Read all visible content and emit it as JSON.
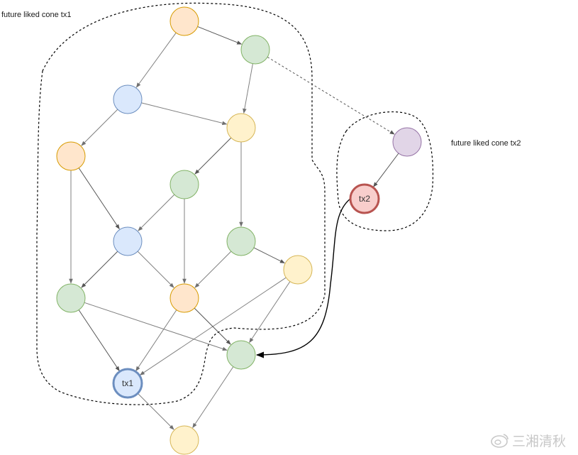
{
  "labels": {
    "cone_tx1": "future liked cone tx1",
    "cone_tx2": "future liked cone tx2"
  },
  "watermark": {
    "text": "三湘清秋",
    "icon": "weibo-icon"
  },
  "colors": {
    "orange": {
      "fill": "#ffe6cc",
      "stroke": "#d79b00"
    },
    "green": {
      "fill": "#d5e8d4",
      "stroke": "#82b366"
    },
    "blue": {
      "fill": "#dae8fc",
      "stroke": "#6c8ebf"
    },
    "yellow": {
      "fill": "#fff2cc",
      "stroke": "#d6b656"
    },
    "purple": {
      "fill": "#e1d5e7",
      "stroke": "#9673a6"
    },
    "red": {
      "fill": "#f8cecc",
      "stroke": "#b85450"
    },
    "edge": "#808080",
    "edge_dark": "#555555",
    "highlight_edge": "#000000"
  },
  "nodes": [
    {
      "id": "n1",
      "color": "orange",
      "label": ""
    },
    {
      "id": "n2",
      "color": "green",
      "label": ""
    },
    {
      "id": "n3",
      "color": "blue",
      "label": ""
    },
    {
      "id": "n4",
      "color": "yellow",
      "label": ""
    },
    {
      "id": "n5",
      "color": "orange",
      "label": ""
    },
    {
      "id": "n6",
      "color": "green",
      "label": ""
    },
    {
      "id": "n7",
      "color": "blue",
      "label": ""
    },
    {
      "id": "n8",
      "color": "green",
      "label": ""
    },
    {
      "id": "n9",
      "color": "yellow",
      "label": ""
    },
    {
      "id": "n10",
      "color": "green",
      "label": ""
    },
    {
      "id": "n11",
      "color": "orange",
      "label": ""
    },
    {
      "id": "n12",
      "color": "green",
      "label": ""
    },
    {
      "id": "tx1",
      "color": "blue",
      "label": "tx1",
      "emphasis": true
    },
    {
      "id": "n14",
      "color": "yellow",
      "label": ""
    },
    {
      "id": "n15",
      "color": "purple",
      "label": ""
    },
    {
      "id": "tx2",
      "color": "red",
      "label": "tx2",
      "emphasis": true
    }
  ],
  "edges": [
    {
      "from": "n1",
      "to": "n2"
    },
    {
      "from": "n1",
      "to": "n3"
    },
    {
      "from": "n2",
      "to": "n4"
    },
    {
      "from": "n2",
      "to": "n15",
      "style": "dashed"
    },
    {
      "from": "n3",
      "to": "n4"
    },
    {
      "from": "n3",
      "to": "n5"
    },
    {
      "from": "n4",
      "to": "n6"
    },
    {
      "from": "n4",
      "to": "n8"
    },
    {
      "from": "n5",
      "to": "n10"
    },
    {
      "from": "n5",
      "to": "n7"
    },
    {
      "from": "n6",
      "to": "n7"
    },
    {
      "from": "n6",
      "to": "n11"
    },
    {
      "from": "n7",
      "to": "n10"
    },
    {
      "from": "n7",
      "to": "n11"
    },
    {
      "from": "n8",
      "to": "n11"
    },
    {
      "from": "n8",
      "to": "n9"
    },
    {
      "from": "n9",
      "to": "n12"
    },
    {
      "from": "n9",
      "to": "tx1"
    },
    {
      "from": "n10",
      "to": "tx1"
    },
    {
      "from": "n10",
      "to": "n12"
    },
    {
      "from": "n11",
      "to": "tx1"
    },
    {
      "from": "n11",
      "to": "n12"
    },
    {
      "from": "n12",
      "to": "n14"
    },
    {
      "from": "tx1",
      "to": "n14"
    },
    {
      "from": "n15",
      "to": "tx2"
    },
    {
      "from": "tx2",
      "to": "n12",
      "style": "curved"
    }
  ]
}
